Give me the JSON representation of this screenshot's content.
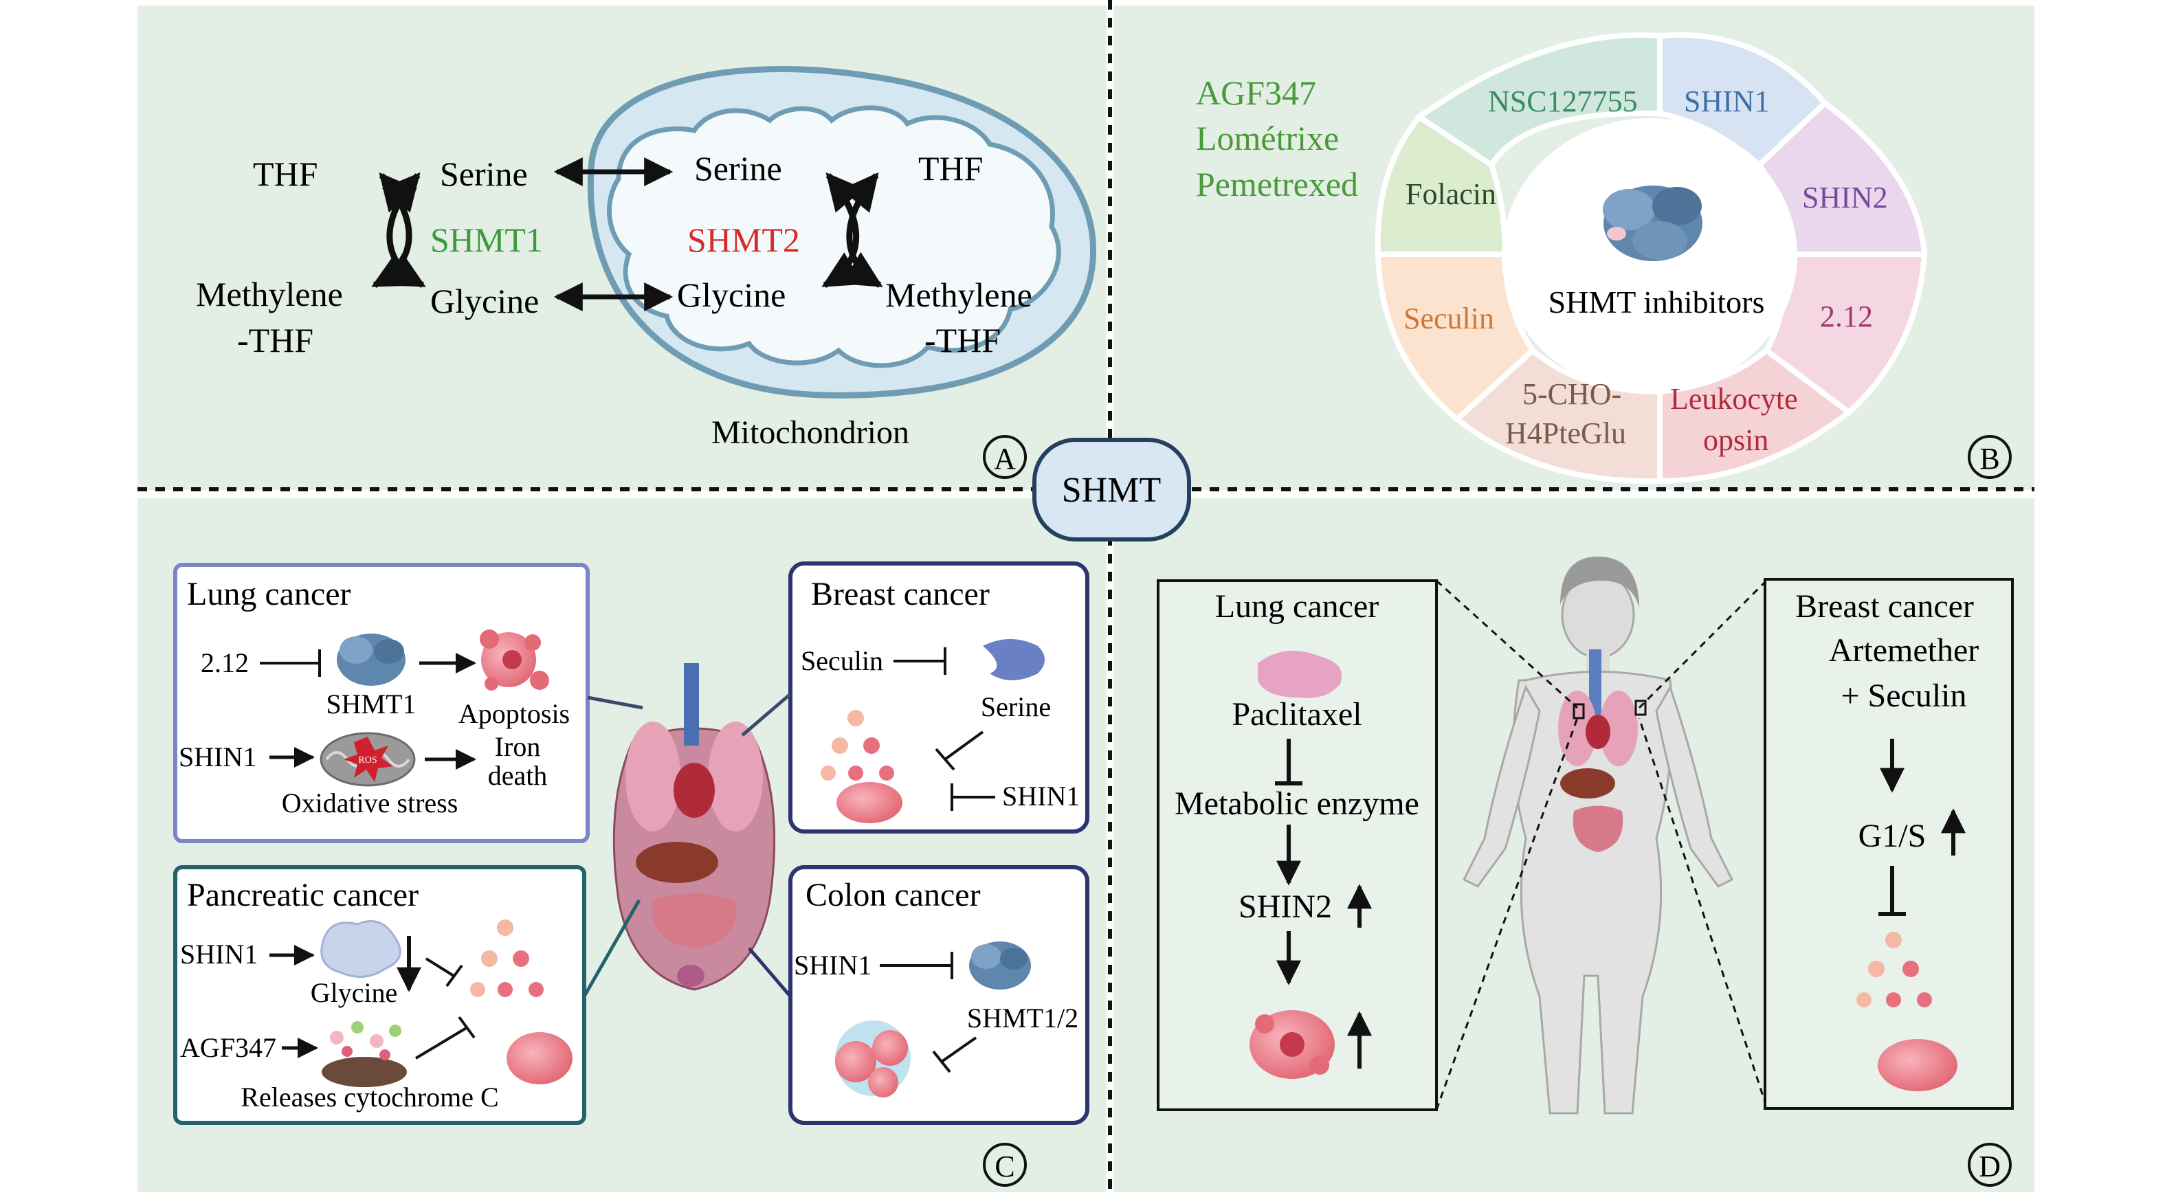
{
  "center_badge": "SHMT",
  "panel_a": {
    "letter": "A",
    "thf": "THF",
    "serine": "Serine",
    "shmt1": "SHMT1",
    "methylene1": "Methylene",
    "methylene2": "-THF",
    "glycine": "Glycine",
    "mito_serine": "Serine",
    "mito_thf": "THF",
    "shmt2": "SHMT2",
    "mito_glycine": "Glycine",
    "mito_methylene1": "Methylene",
    "mito_methylene2": "-THF",
    "mitochondrion": "Mitochondrion",
    "colors": {
      "shmt1": "#3c9a3c",
      "shmt2": "#d42b2b"
    }
  },
  "panel_b": {
    "letter": "B",
    "left_list": [
      "AGF347",
      "Lométrixe",
      "Pemetrexed"
    ],
    "center": "SHMT inhibitors",
    "segments": {
      "nsc": "NSC127755",
      "shin1": "SHIN1",
      "shin2": "SHIN2",
      "c212": "2.12",
      "leuko1": "Leukocyte",
      "leuko2": "opsin",
      "cho1": "5-CHO-",
      "cho2": "H4PteGlu",
      "seculin": "Seculin",
      "folacin": "Folacin"
    },
    "colors": {
      "green": "#4a9a3a",
      "nsc": "#3b8a6a",
      "shin1": "#3f6fa8",
      "shin2": "#7a4a9a",
      "c212": "#a03a6a",
      "leuko": "#b02a3a",
      "cho": "#7a5a48",
      "seculin": "#d0783a",
      "folacin": "#2a4a2a"
    }
  },
  "panel_c": {
    "letter": "C",
    "lung": {
      "title": "Lung cancer",
      "inhib": "2.12",
      "shmt1": "SHMT1",
      "apoptosis": "Apoptosis",
      "shin1": "SHIN1",
      "ros": "ROS",
      "iron1": "Iron",
      "iron2": "death",
      "ox": "Oxidative stress"
    },
    "breast": {
      "title": "Breast cancer",
      "seculin": "Seculin",
      "serine": "Serine",
      "shin1": "SHIN1"
    },
    "pancreatic": {
      "title": "Pancreatic cancer",
      "shin1": "SHIN1",
      "glycine": "Glycine",
      "agf": "AGF347",
      "cyt": "Releases cytochrome C"
    },
    "colon": {
      "title": "Colon cancer",
      "shin1": "SHIN1",
      "shmt12": "SHMT1/2"
    }
  },
  "panel_d": {
    "letter": "D",
    "lung": {
      "title": "Lung cancer",
      "pac": "Paclitaxel",
      "met": "Metabolic enzyme",
      "shin2": "SHIN2"
    },
    "breast": {
      "title": "Breast cancer",
      "art": "Artemether",
      "sec": "+ Seculin",
      "g1s": "G1/S"
    }
  }
}
